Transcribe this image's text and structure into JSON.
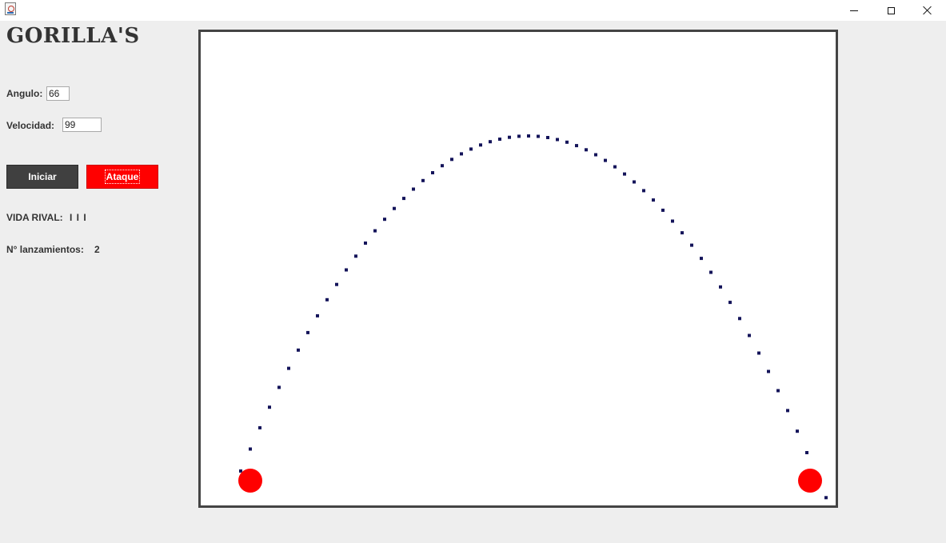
{
  "game": {
    "title": "GORILLA'S",
    "angle_label": "Angulo:",
    "angle_value": "66",
    "velocity_label": "Velocidad:",
    "velocity_value": "99",
    "start_button": "Iniciar",
    "attack_button": "Ataque",
    "rival_life_label": "VIDA RIVAL:",
    "rival_life_value": "I I I",
    "throws_label": "N° lanzamientos:",
    "throws_value": "2"
  },
  "colors": {
    "player": "#ff0000",
    "trajectory": "#14145a"
  },
  "icons": {
    "app": "java-app-icon",
    "minimize": "minimize-icon",
    "maximize": "maximize-icon",
    "close": "close-icon"
  }
}
